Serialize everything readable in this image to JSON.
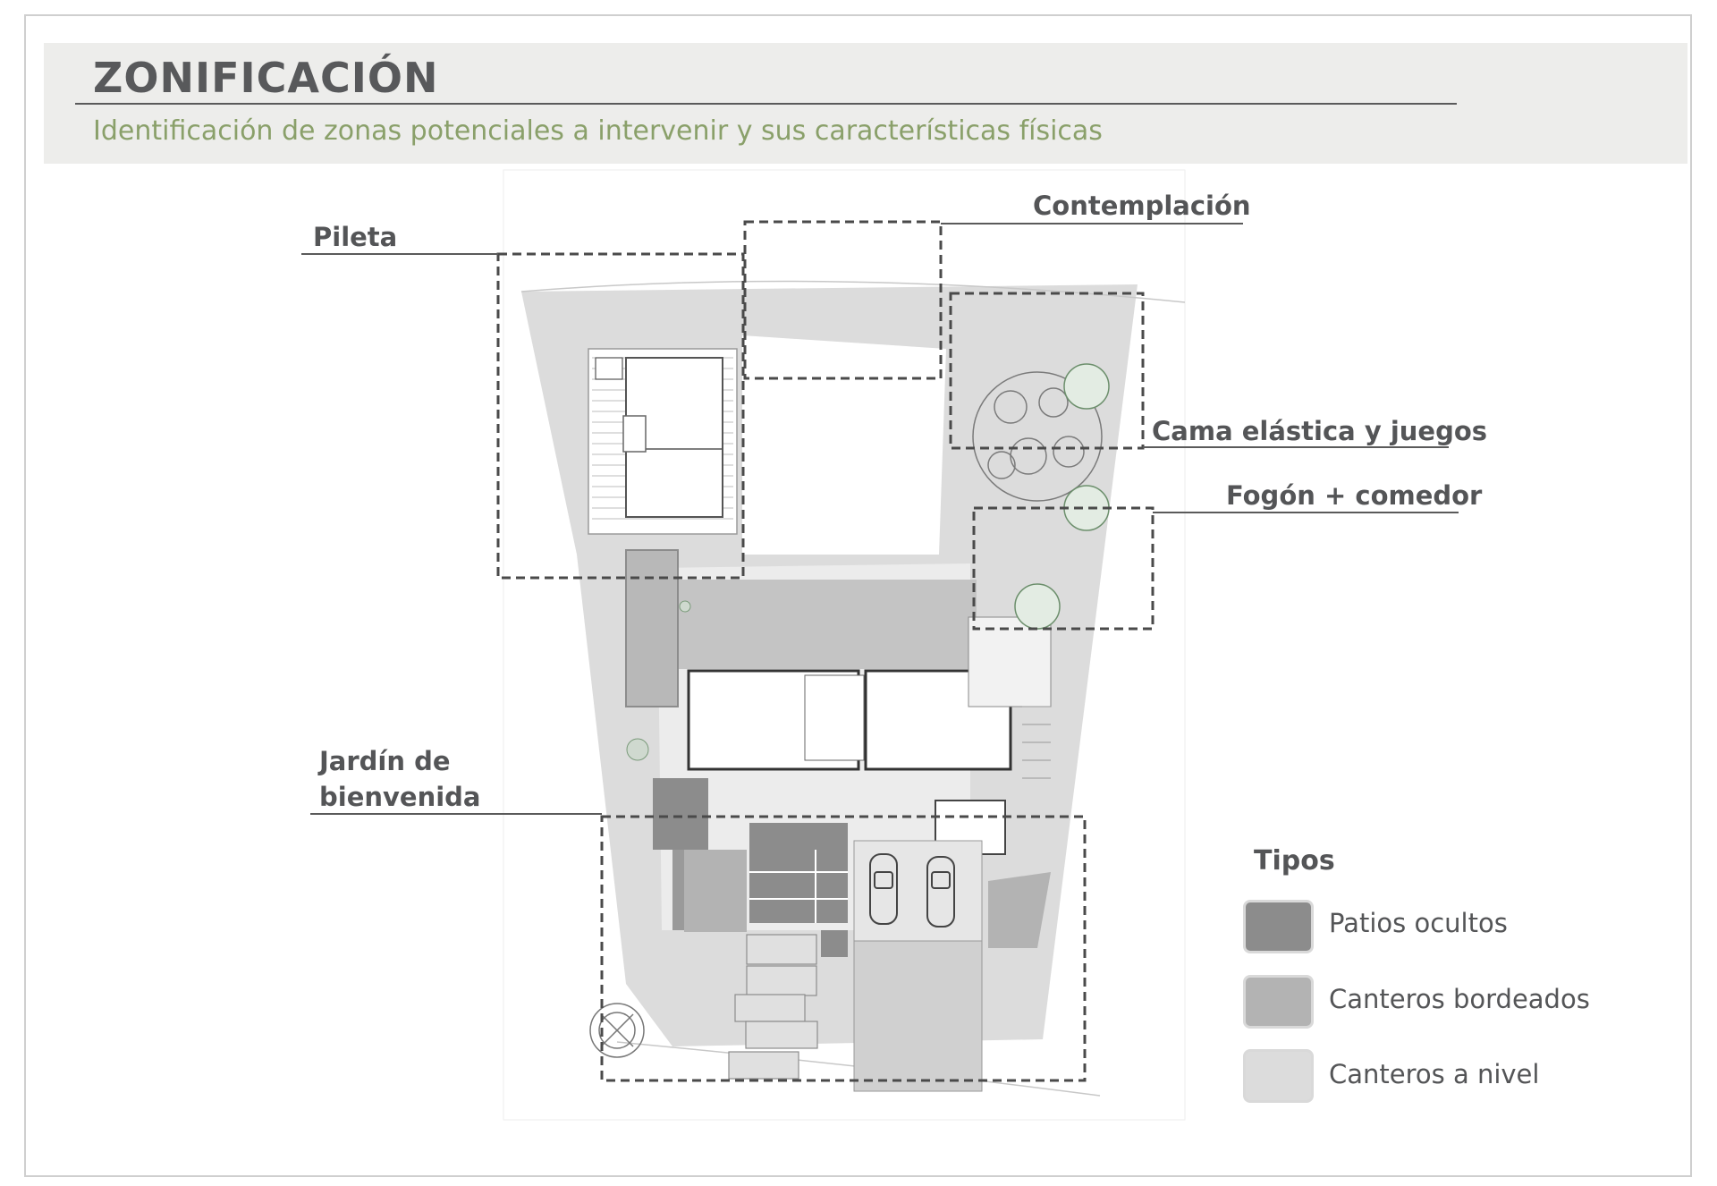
{
  "header": {
    "title": "ZONIFICACIÓN",
    "subtitle": "Identificación de zonas potenciales a intervenir y sus características físicas"
  },
  "zones": {
    "pileta": "Pileta",
    "contemplacion": "Contemplación",
    "cama_elastica": "Cama elástica y juegos",
    "fogon": "Fogón + comedor",
    "jardin_line1": "Jardín de",
    "jardin_line2": "bienvenida"
  },
  "legend": {
    "title": "Tipos",
    "items": [
      {
        "label": "Patios ocultos",
        "color": "#8c8c8c"
      },
      {
        "label": "Canteros bordeados",
        "color": "#b3b3b3"
      },
      {
        "label": "Canteros a nivel",
        "color": "#dcdcdc"
      }
    ]
  },
  "colors": {
    "label_text": "#545557",
    "subtitle": "#8aa06a",
    "dashed_box": "#4a4a4a",
    "ground": "#dcdcdc"
  }
}
